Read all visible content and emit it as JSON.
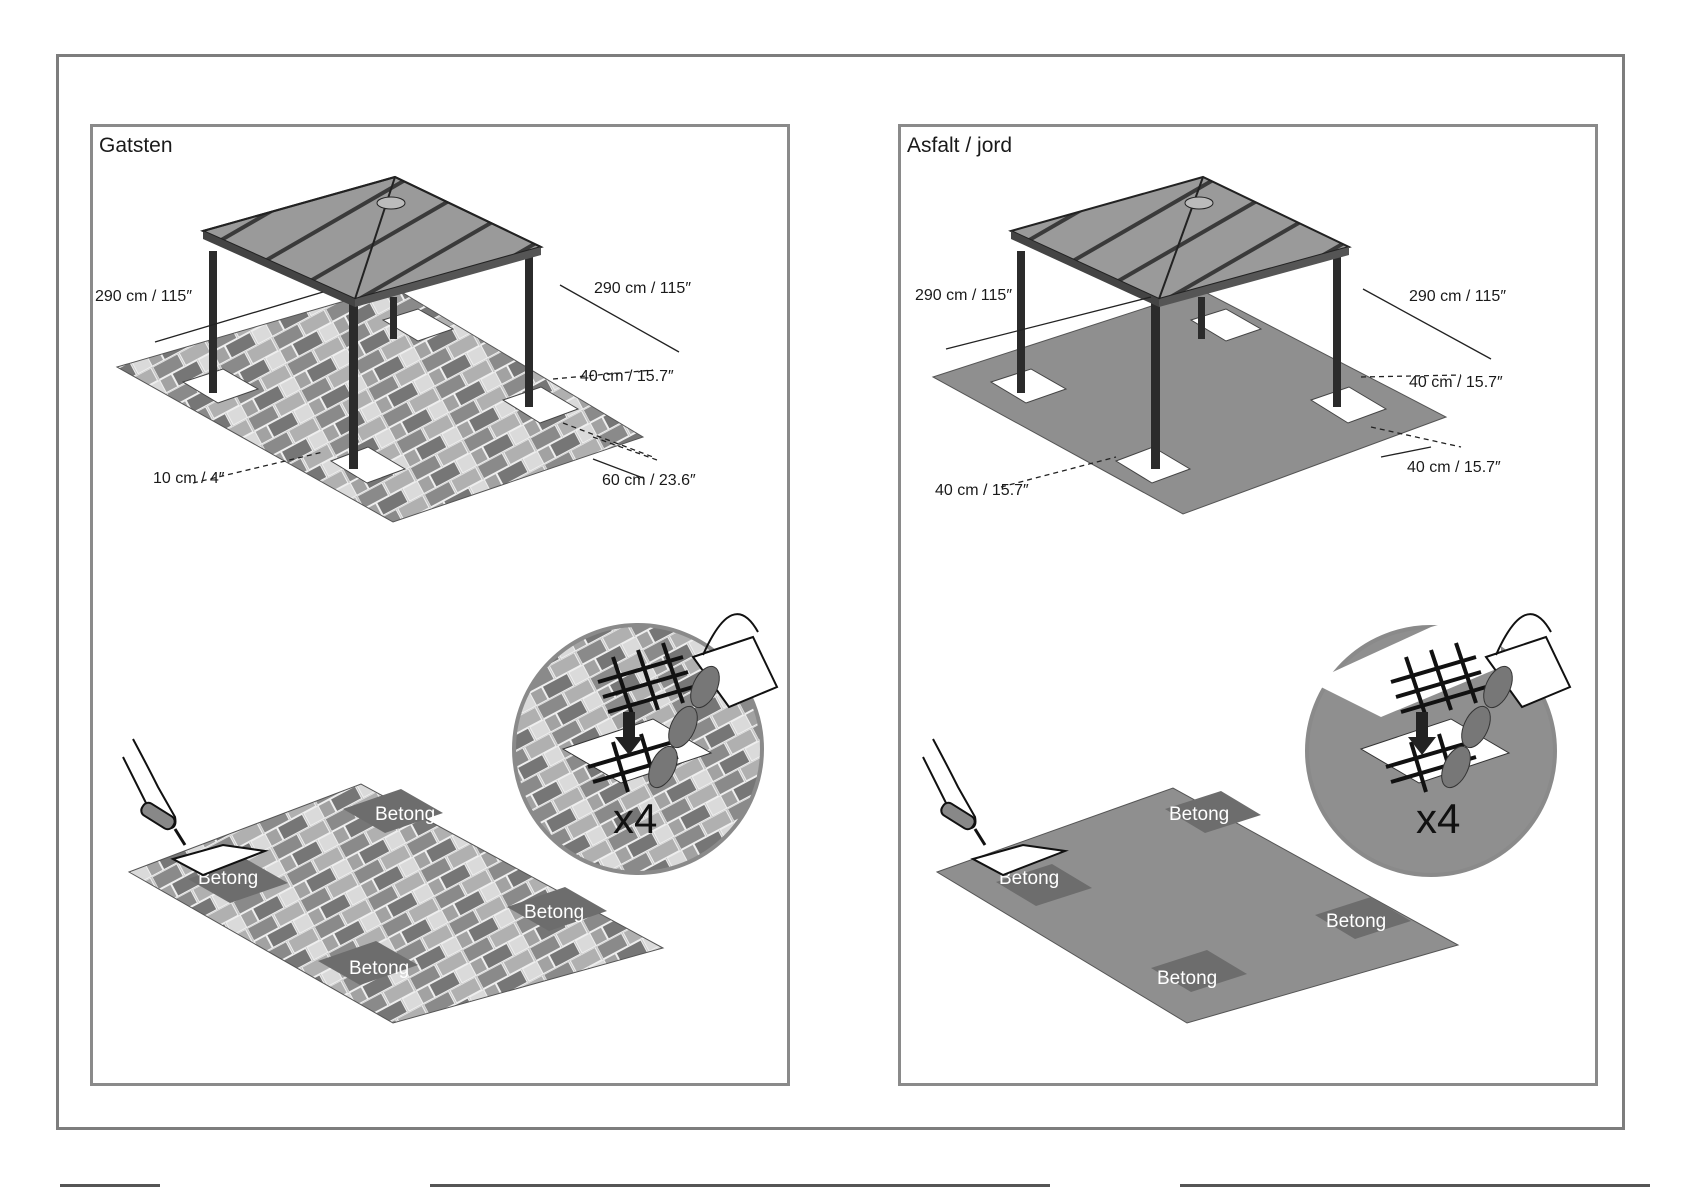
{
  "panels": {
    "left": {
      "title": "Gatsten",
      "dims": {
        "top_left": "290 cm / 115″",
        "top_right": "290 cm / 115″",
        "offset": "40 cm / 15.7″",
        "depth": "10 cm / 4″",
        "footing": "60 cm / 23.6″"
      },
      "concrete_labels": [
        "Betong",
        "Betong",
        "Betong",
        "Betong"
      ],
      "multiplier": "x4"
    },
    "right": {
      "title": "Asfalt / jord",
      "dims": {
        "top_left": "290 cm / 115″",
        "top_right": "290 cm / 115″",
        "offset": "40 cm / 15.7″",
        "depth": "40 cm / 15.7″",
        "footing": "40 cm / 15.7″"
      },
      "concrete_labels": [
        "Betong",
        "Betong",
        "Betong",
        "Betong"
      ],
      "multiplier": "x4"
    }
  },
  "colors": {
    "frame": "#7d7d7d",
    "ground": "#8f8f8f",
    "paver_dark": "#7a7a7a",
    "paver_light": "#c8c8c8",
    "concrete": "#6d6d6d",
    "roof": "#9a9a9a"
  },
  "icons": [
    "gazebo-illustration",
    "trowel-hand-icon",
    "rebar-grid-icon",
    "bucket-pour-icon"
  ]
}
